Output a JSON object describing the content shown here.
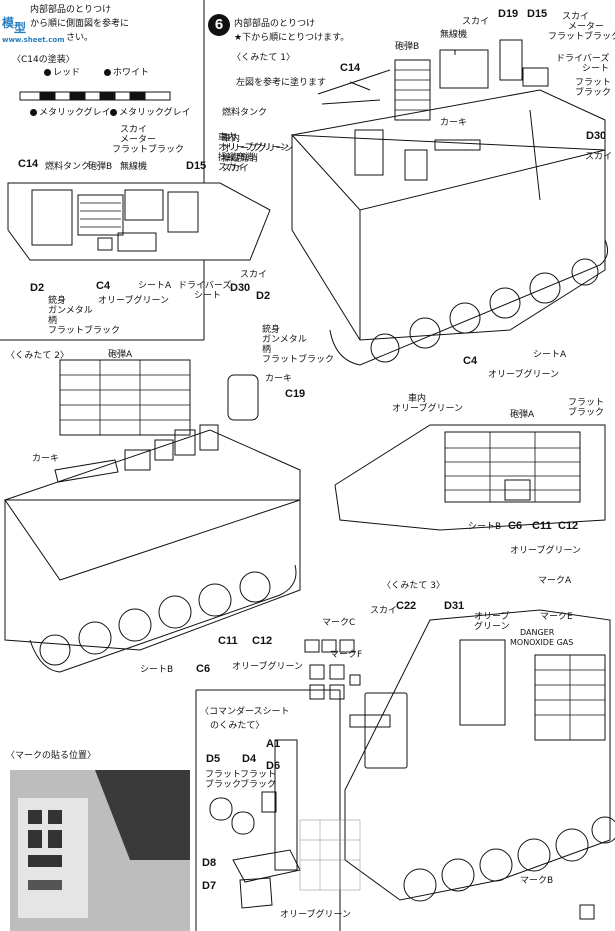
{
  "watermark": {
    "brand_lines": [
      "模",
      "型"
    ],
    "url": "www.sheet.com"
  },
  "top_left": {
    "line1": "内部部品のとりつけ",
    "line2": "から順に側面図を参考に",
    "line3": "さい。",
    "paint_title": "〈C14の塗装〉",
    "red": "レッド",
    "white": "ホワイト",
    "metallic_grey_l": "メタリックグレイ",
    "metallic_grey_r": "メタリックグレイ"
  },
  "step6": {
    "number": "6",
    "title": "内部部品のとりつけ",
    "subtitle": "★下から順にとりつけます。",
    "assembly1": "〈くみたて 1〉",
    "left_figure_note": "左図を参考に塗ります"
  },
  "labels": {
    "c14": "C14",
    "fuel_tank": "燃料タンク",
    "ammo_b": "砲弾B",
    "radio": "無線機",
    "sky_meter": "スカイ",
    "meter": "メーター",
    "flat_black": "フラットブラック",
    "d19": "D19",
    "d15": "D15",
    "driver_seat": "ドライバーズ",
    "seat": "シート",
    "flat_black2": "フラット",
    "black2": "ブラック",
    "d30": "D30",
    "sky": "スカイ",
    "interior_green": "車内",
    "olive_green": "オリーブグリーン",
    "fire_ext": "操縦席消",
    "sky2": "スカイ",
    "khaki": "カーキ",
    "gunmetal": "銃身",
    "gunmetal2": "ガンメタル",
    "grip": "柄",
    "flat_black3": "フラットブラック",
    "c4": "C4",
    "olive_green2": "オリーブグリーン",
    "seat_a": "シートA",
    "d2": "D2"
  },
  "side_view": {
    "c14": "C14",
    "fuel_tank": "燃料タンク",
    "ammo_b": "砲弾B",
    "radio": "無線機",
    "d15": "D15",
    "sky_meter_lines": [
      "スカイ",
      "メーター",
      "フラットブラック"
    ],
    "interior_lines": [
      "車内",
      "オリーブグリーン",
      "操縦席消",
      "スカイ"
    ],
    "d2": "D2",
    "c4": "C4",
    "seat_a": "シートA",
    "driver_seat": "ドライバーズ",
    "seat": "シート",
    "sky": "スカイ",
    "d30": "D30",
    "gunmetal_lines": [
      "銃身",
      "ガンメタル",
      "柄",
      "フラットブラック"
    ],
    "olive_green": "オリーブグリーン"
  },
  "assembly2": {
    "title": "〈くみたて 2〉",
    "ammo_a": "砲弾A",
    "khaki": "カーキ",
    "khaki2": "カーキ",
    "c19": "C19",
    "seat_b": "シートB",
    "c11": "C11",
    "c12": "C12",
    "c6": "C6",
    "olive_green": "オリーブグリーン"
  },
  "right_side": {
    "interior": "車内",
    "olive_green": "オリーブグリーン",
    "ammo_a": "砲弾A",
    "flat": "フラット",
    "black": "ブラック",
    "seat_b": "シートB",
    "c6": "C6",
    "c11": "C11",
    "c12": "C12",
    "olive_green2": "オリーブグリーン"
  },
  "assembly3": {
    "title": "〈くみたて 3〉",
    "mark_a": "マークA",
    "sky": "スカイ",
    "c22": "C22",
    "d31": "D31",
    "olive": "オリーブ",
    "green": "グリーン",
    "mark_e": "マークE",
    "mark_c": "マークC",
    "mark_f": "マークF",
    "danger1": "DANGER",
    "danger2": "MONOXIDE GAS",
    "mark_b": "マークB"
  },
  "commander": {
    "title": "〈コマンダースシート",
    "title2": "のくみたて〉",
    "a1": "A1",
    "d5": "D5",
    "d4": "D4",
    "d6": "D6",
    "flat_black_lines": [
      "フラット",
      "ブラック"
    ],
    "flat_black_lines2": [
      "フラット",
      "ブラック"
    ],
    "d8": "D8",
    "d7": "D7",
    "olive_green": "オリーブグリーン"
  },
  "marks_position": {
    "title": "〈マークの貼る位置〉"
  }
}
